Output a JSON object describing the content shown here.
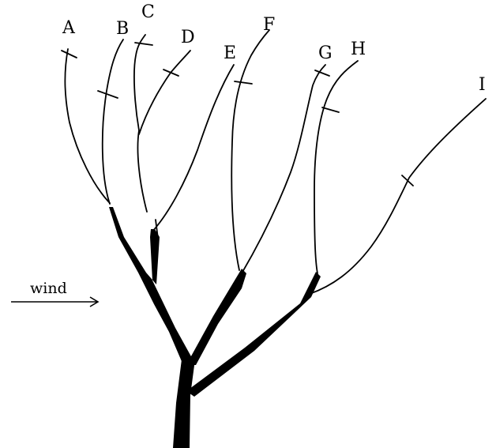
{
  "diagram": {
    "branch_labels": {
      "A": "A",
      "B": "B",
      "C": "C",
      "D": "D",
      "E": "E",
      "F": "F",
      "G": "G",
      "H": "H",
      "I": "I"
    },
    "wind_label": "wind"
  }
}
